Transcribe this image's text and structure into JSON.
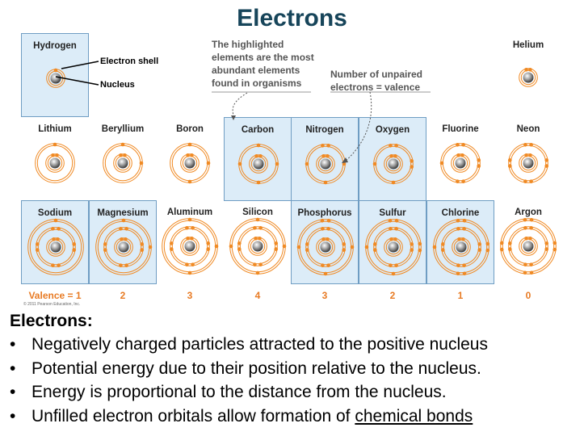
{
  "title": "Electrons",
  "colors": {
    "highlight_fill": "#dcecf8",
    "highlight_border": "#6f9dc3",
    "electron": "#f08a24",
    "shell": "#f08a24",
    "title": "#17455a",
    "valence": "#e87b24"
  },
  "elements": [
    {
      "name": "Hydrogen",
      "shells": [
        1
      ],
      "highlighted": true
    },
    {
      "name": "Helium",
      "shells": [
        2
      ],
      "highlighted": false
    },
    {
      "name": "Lithium",
      "shells": [
        2,
        1
      ],
      "highlighted": false
    },
    {
      "name": "Beryllium",
      "shells": [
        2,
        2
      ],
      "highlighted": false
    },
    {
      "name": "Boron",
      "shells": [
        2,
        3
      ],
      "highlighted": false
    },
    {
      "name": "Carbon",
      "shells": [
        2,
        4
      ],
      "highlighted": true
    },
    {
      "name": "Nitrogen",
      "shells": [
        2,
        5
      ],
      "highlighted": true
    },
    {
      "name": "Oxygen",
      "shells": [
        2,
        6
      ],
      "highlighted": true
    },
    {
      "name": "Fluorine",
      "shells": [
        2,
        7
      ],
      "highlighted": false
    },
    {
      "name": "Neon",
      "shells": [
        2,
        8
      ],
      "highlighted": false
    },
    {
      "name": "Sodium",
      "shells": [
        2,
        8,
        1
      ],
      "highlighted": true
    },
    {
      "name": "Magnesium",
      "shells": [
        2,
        8,
        2
      ],
      "highlighted": true
    },
    {
      "name": "Aluminum",
      "shells": [
        2,
        8,
        3
      ],
      "highlighted": false
    },
    {
      "name": "Silicon",
      "shells": [
        2,
        8,
        4
      ],
      "highlighted": false
    },
    {
      "name": "Phosphorus",
      "shells": [
        2,
        8,
        5
      ],
      "highlighted": true
    },
    {
      "name": "Sulfur",
      "shells": [
        2,
        8,
        6
      ],
      "highlighted": true
    },
    {
      "name": "Chlorine",
      "shells": [
        2,
        8,
        7
      ],
      "highlighted": true
    },
    {
      "name": "Argon",
      "shells": [
        2,
        8,
        8
      ],
      "highlighted": false
    }
  ],
  "labels": {
    "electron_shell": "Electron shell",
    "nucleus": "Nucleus"
  },
  "annotations": {
    "highlighted": [
      "The highlighted",
      "elements are the most",
      "abundant elements",
      "found in organisms"
    ],
    "unpaired": [
      "Number of unpaired",
      "electrons = valence"
    ]
  },
  "valence": [
    "Valence = 1",
    "2",
    "3",
    "4",
    "3",
    "2",
    "1",
    "0"
  ],
  "copyright": "© 2011 Pearson Education, Inc.",
  "body": {
    "heading": "Electrons:",
    "bullets": [
      "Negatively charged particles attracted to the positive nucleus",
      "Potential energy due to their position relative to the nucleus.",
      "Energy is proportional to the distance from the nucleus.",
      "Unfilled electron orbitals allow formation of "
    ],
    "last_bullet_link": "chemical bonds"
  }
}
